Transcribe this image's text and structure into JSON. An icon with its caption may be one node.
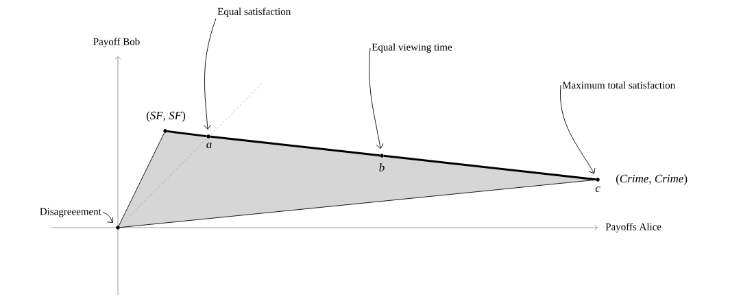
{
  "diagram": {
    "nodes": [
      {
        "text": [],
        "shape": "circle"
      },
      {
        "text": [],
        "shape": "circle",
        "beside": [
          "(*SF*, *SF*)"
        ]
      },
      {
        "text": [],
        "shape": "circle",
        "beside": [
          "a"
        ]
      },
      {
        "text": [],
        "shape": "circle",
        "beside": [
          "b"
        ]
      },
      {
        "text": [],
        "shape": "circle",
        "beside": [
          "c",
          "(*Crime*, *Crime*)"
        ]
      },
      {
        "text": [
          "Equal satisfaction"
        ]
      },
      {
        "text": [
          "Equal viewing time"
        ]
      },
      {
        "text": [
          "Maximum total satisfaction"
        ]
      },
      {
        "text": [
          "Disagreeement"
        ]
      }
    ],
    "edges": [
      {
        "from": 0,
        "to": 1,
        "arrow": "none"
      },
      {
        "from": 1,
        "to": 2,
        "arrow": "none",
        "style": "thick"
      },
      {
        "from": 2,
        "to": 3,
        "arrow": "none",
        "style": "thick"
      },
      {
        "from": 3,
        "to": 4,
        "arrow": "none",
        "style": "thick"
      },
      {
        "from": 4,
        "to": 0,
        "arrow": "none"
      },
      {
        "from": 5,
        "to": 2,
        "arrow": "to"
      },
      {
        "from": 6,
        "to": 3,
        "arrow": "to"
      },
      {
        "from": 7,
        "to": 4,
        "arrow": "to"
      },
      {
        "from": 8,
        "to": 0,
        "arrow": "to"
      }
    ],
    "labels": [
      "Payoff Bob",
      "Payoffs Alice"
    ]
  }
}
